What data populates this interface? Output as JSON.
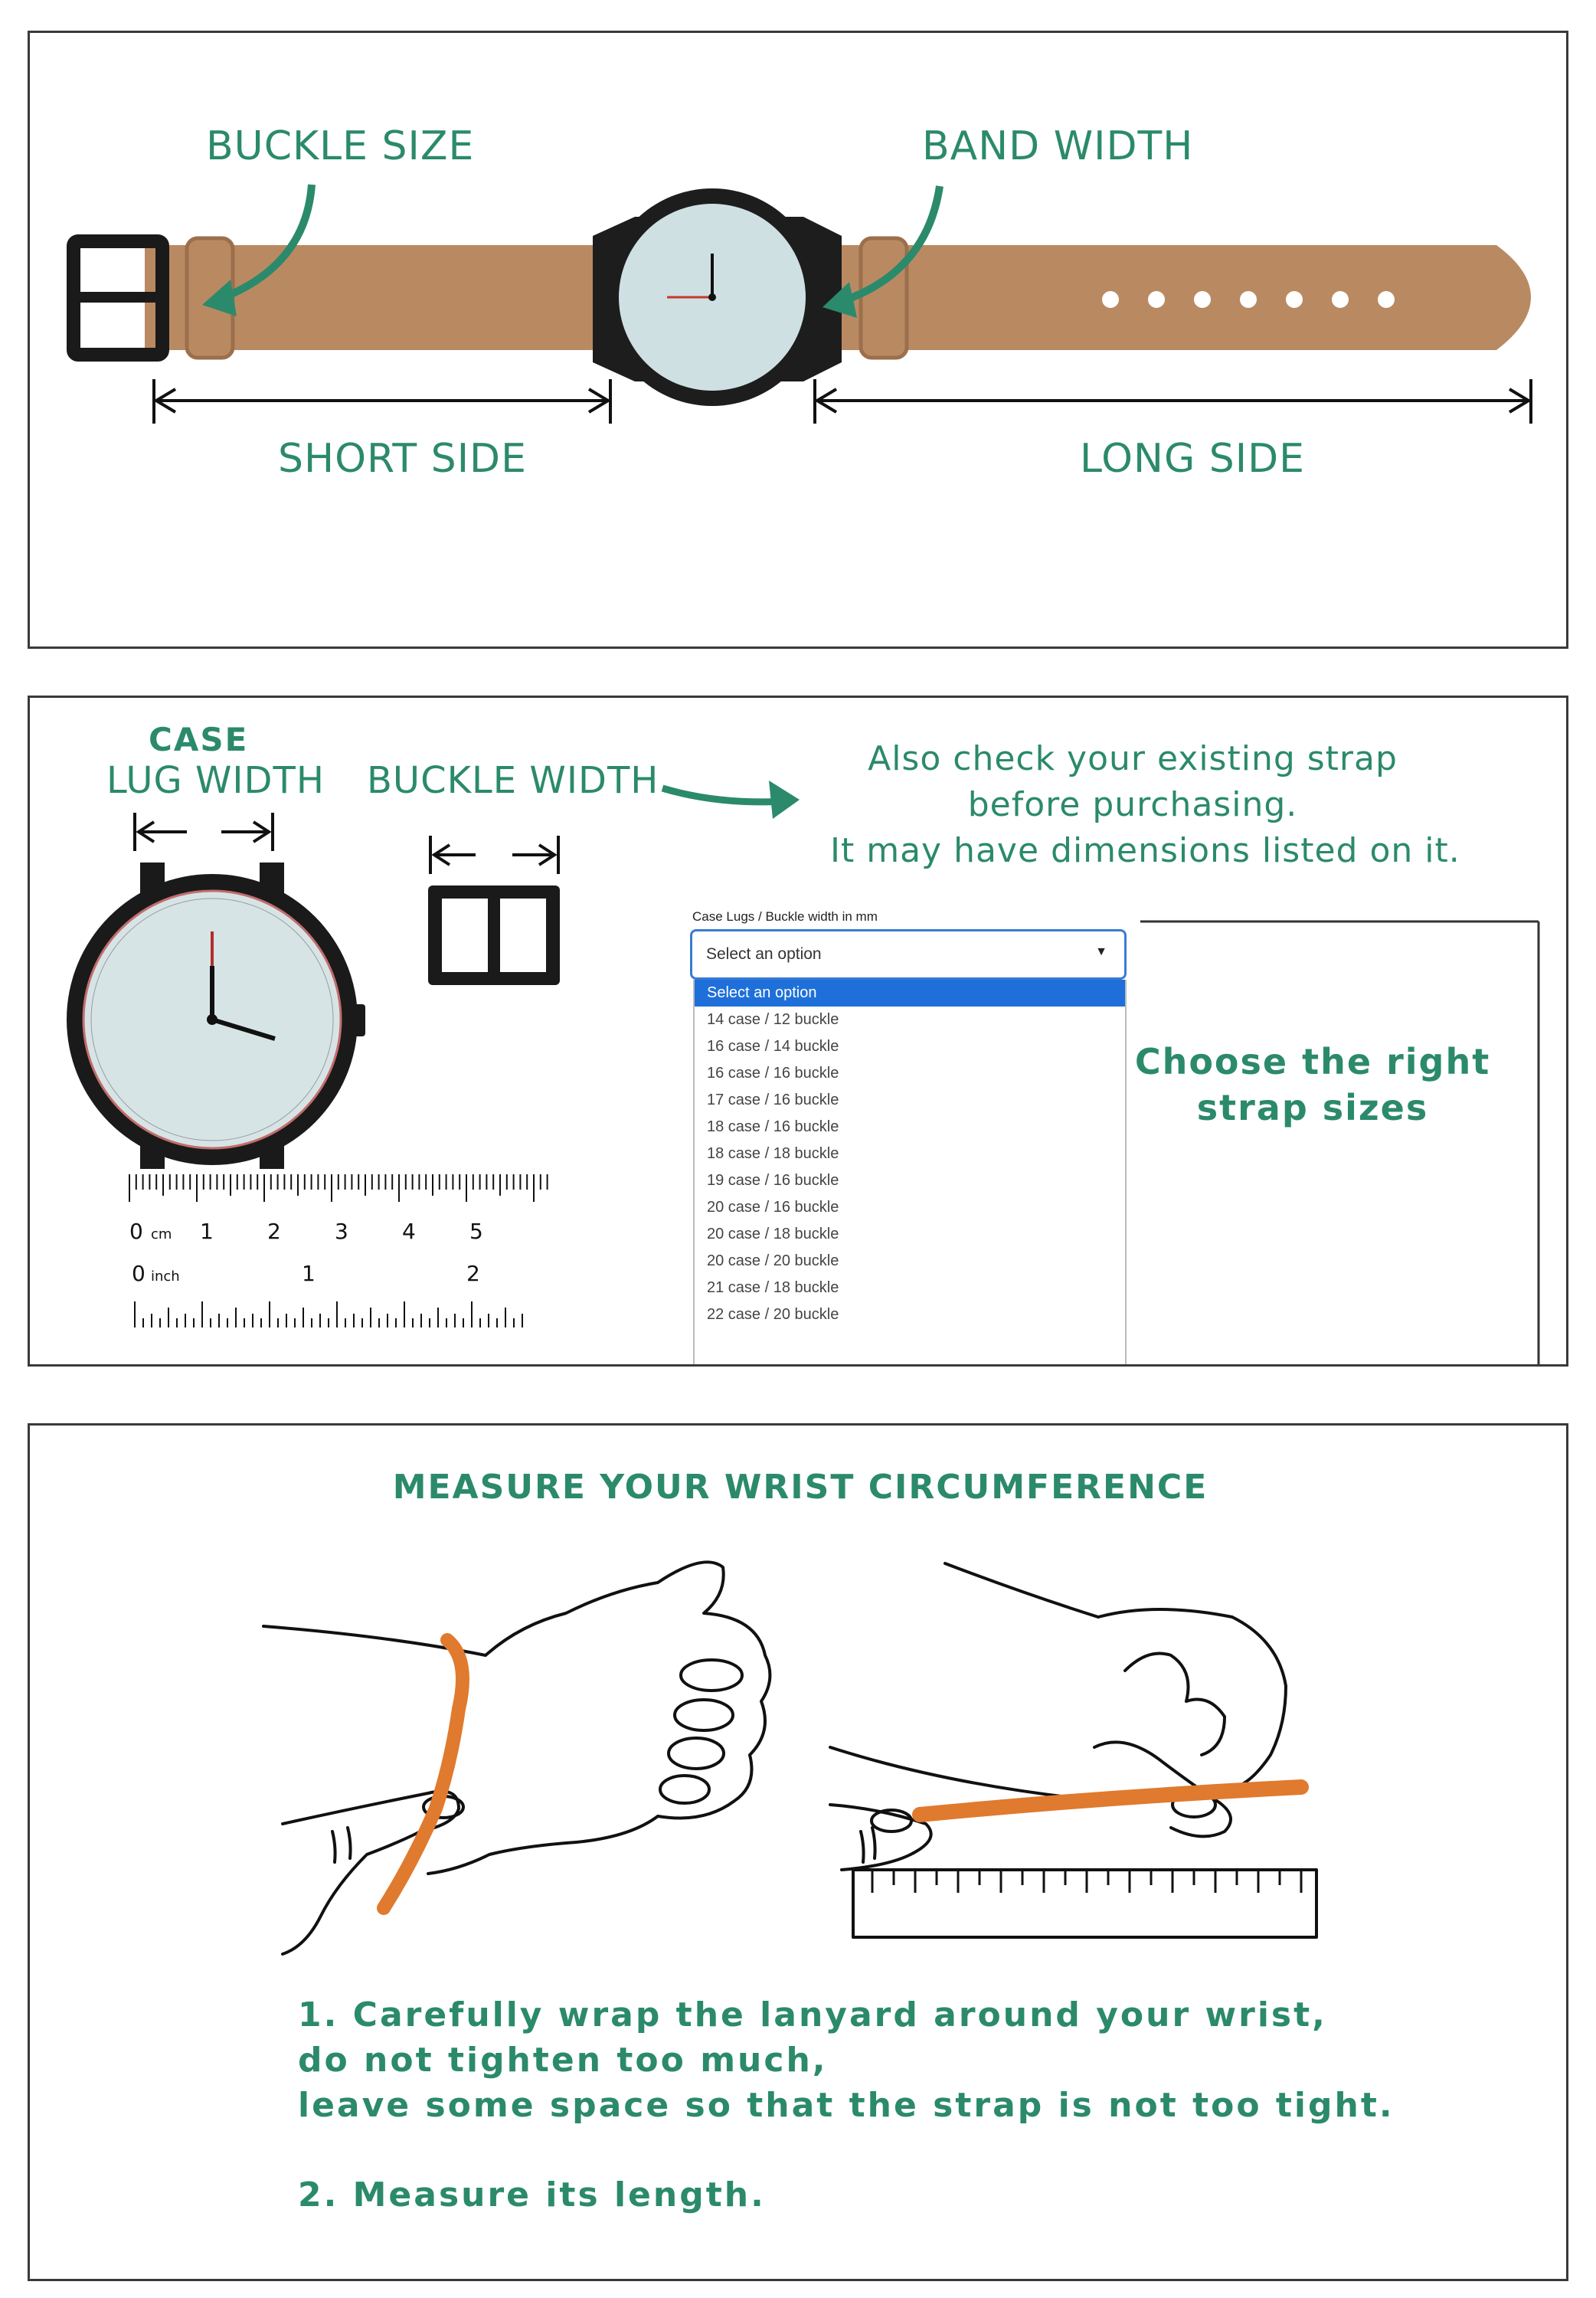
{
  "panel1": {
    "buckle_size": "BUCKLE SIZE",
    "band_width": "BAND WIDTH",
    "short_side": "SHORT SIDE",
    "long_side": "LONG SIDE"
  },
  "panel2": {
    "case": "CASE",
    "lug_width": "LUG WIDTH",
    "buckle_width": "BUCKLE WIDTH",
    "note_lines": [
      "Also check your existing strap",
      "before purchasing.",
      "It may have dimensions listed on it."
    ],
    "dropdown": {
      "caption": "Case Lugs / Buckle width in mm",
      "selected": "Select an option",
      "options": [
        "Select an option",
        "14 case / 12 buckle",
        "16 case / 14 buckle",
        "16 case / 16 buckle",
        "17 case / 16 buckle",
        "18 case / 16 buckle",
        "18 case / 18 buckle",
        "19 case / 16 buckle",
        "20 case / 16 buckle",
        "20 case / 18 buckle",
        "20 case / 20 buckle",
        "21 case / 18 buckle",
        "22 case / 20 buckle"
      ]
    },
    "choose_lines": [
      "Choose the right",
      "strap sizes"
    ],
    "ruler": {
      "cm_unit": "cm",
      "inch_unit": "inch",
      "cm_labels": [
        "0",
        "1",
        "2",
        "3",
        "4",
        "5"
      ],
      "inch_labels": [
        "0",
        "1",
        "2"
      ]
    }
  },
  "panel3": {
    "title": "MEASURE YOUR WRIST CIRCUMFERENCE",
    "step1_lines": [
      "1. Carefully wrap the lanyard around your wrist,",
      "do not tighten too much,",
      "leave some space so that the strap is not too tight."
    ],
    "step2": "2. Measure its length."
  },
  "colors": {
    "accent_green": "#2b8a6b",
    "strap_tan": "#b98a62",
    "lanyard_orange": "#e07a2e",
    "select_blue": "#1e6fd9"
  }
}
